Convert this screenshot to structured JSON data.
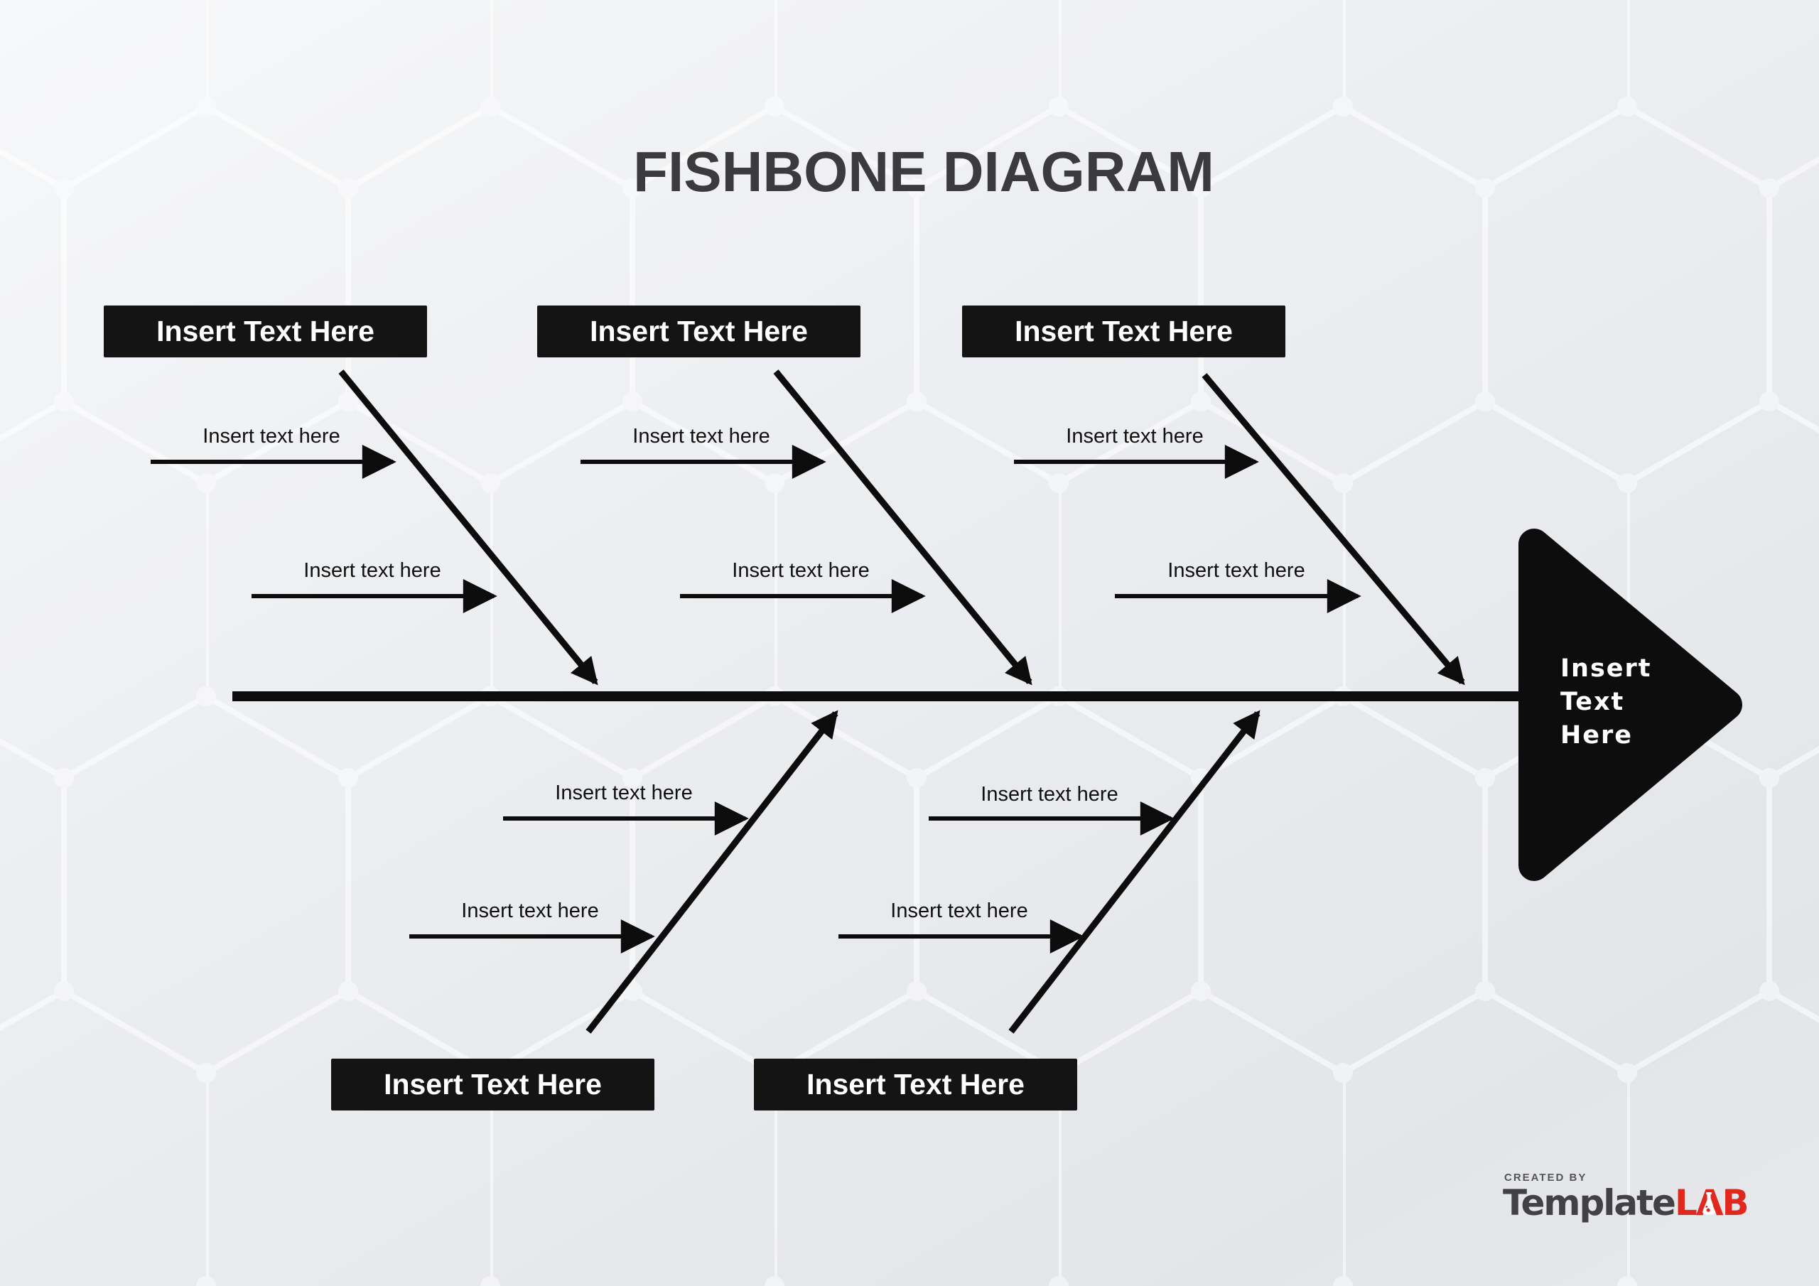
{
  "title": "FISHBONE DIAGRAM",
  "head": {
    "label": "Insert Text Here",
    "lines": [
      "Insert",
      "Text",
      "Here"
    ]
  },
  "top_categories": [
    {
      "label": "Insert Text Here"
    },
    {
      "label": "Insert Text Here"
    },
    {
      "label": "Insert Text Here"
    }
  ],
  "bottom_categories": [
    {
      "label": "Insert Text Here"
    },
    {
      "label": "Insert Text Here"
    }
  ],
  "causes": [
    {
      "label": "Insert text here"
    },
    {
      "label": "Insert text here"
    },
    {
      "label": "Insert text here"
    },
    {
      "label": "Insert text here"
    },
    {
      "label": "Insert text here"
    },
    {
      "label": "Insert text here"
    },
    {
      "label": "Insert text here"
    },
    {
      "label": "Insert text here"
    },
    {
      "label": "Insert text here"
    },
    {
      "label": "Insert text here"
    }
  ],
  "logo": {
    "created_by": "CREATED BY",
    "brand": "Template",
    "brand_accent": "LAB"
  },
  "colors": {
    "background": "#eceef1",
    "pattern_line": "#ffffff",
    "box_bg": "#141414",
    "box_text": "#ffffff",
    "stroke": "#0c0c0c",
    "title_text": "#3b3b3d",
    "label_text": "#101010",
    "logo_gray": "#424245",
    "logo_red": "#e0281e"
  }
}
